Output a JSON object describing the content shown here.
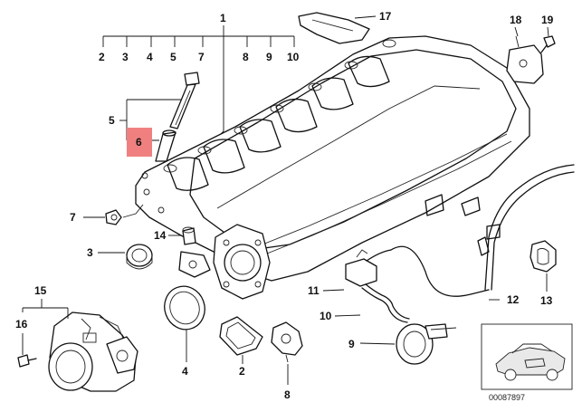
{
  "labels": {
    "l1": "1",
    "l2": "2",
    "l3": "3",
    "l4": "4",
    "l5": "5",
    "l6": "6",
    "l7": "7",
    "l8": "8",
    "l9": "9",
    "l10": "10",
    "l11": "11",
    "l12": "12",
    "l13": "13",
    "l14": "14",
    "l15": "15",
    "l16": "16",
    "l17": "17",
    "l18": "18",
    "l19": "19"
  },
  "tree_labels": [
    "2",
    "3",
    "4",
    "5",
    "7",
    "8",
    "9",
    "10"
  ],
  "catalog_number": "00087897",
  "highlight_color": "#f08080"
}
